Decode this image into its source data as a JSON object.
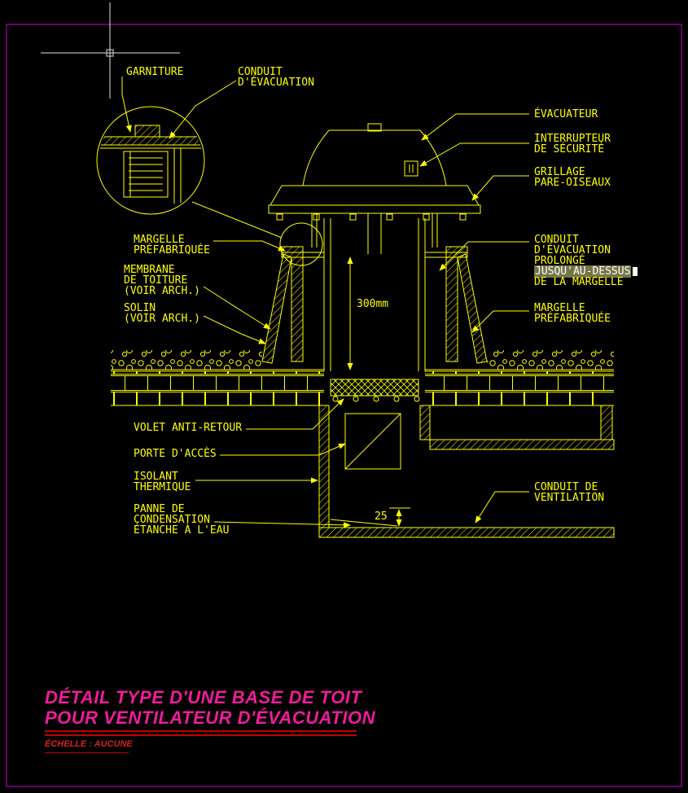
{
  "colors": {
    "background": "#000000",
    "line": "#ffff00",
    "sheet_border": "#d400d4",
    "crosshair": "#e0e0e0",
    "title": "#f01b9b",
    "rule": "#c40000",
    "scale_text": "#d22222",
    "highlight_bg": "#75754a",
    "highlight_text": "#ffffff"
  },
  "labels": {
    "garniture": [
      "GARNITURE"
    ],
    "conduit_evac": [
      "CONDUIT",
      "D'ÉVACUATION"
    ],
    "evacuateur": [
      "ÉVACUATEUR"
    ],
    "interrupteur": [
      "INTERRUPTEUR",
      "DE SÉCURITÉ"
    ],
    "grillage": [
      "GRILLAGE",
      "PARE-OISEAUX"
    ],
    "margelle_left": [
      "MARGELLE",
      "PRÉFABRIQUÉE"
    ],
    "membrane": [
      "MEMBRANE",
      "DE TOITURE",
      "(VOIR ARCH.)"
    ],
    "solin": [
      "SOLIN",
      "(VOIR ARCH.)"
    ],
    "conduit_prolonge": [
      "CONDUIT",
      "D'ÉVACUATION",
      "PROLONGÉ",
      "JUSQU'AU-DESSUS",
      "DE LA MARGELLE"
    ],
    "margelle_right": [
      "MARGELLE",
      "PRÉFABRIQUÉE"
    ],
    "volet": [
      "VOLET ANTI-RETOUR"
    ],
    "porte": [
      "PORTE D'ACCÈS"
    ],
    "isolant": [
      "ISOLANT",
      "THERMIQUE"
    ],
    "panne": [
      "PANNE DE",
      "CONDENSATION",
      "ÉTANCHE À L'EAU"
    ],
    "conduit_vent": [
      "CONDUIT DE",
      "VENTILATION"
    ]
  },
  "dimensions": {
    "curb_height": "300mm",
    "pan_drop": "25"
  },
  "title_block": {
    "line1": "DÉTAIL TYPE D'UNE BASE DE TOIT",
    "line2": "POUR VENTILATEUR D'ÉVACUATION",
    "scale_note": "ÉCHELLE : AUCUNE"
  }
}
